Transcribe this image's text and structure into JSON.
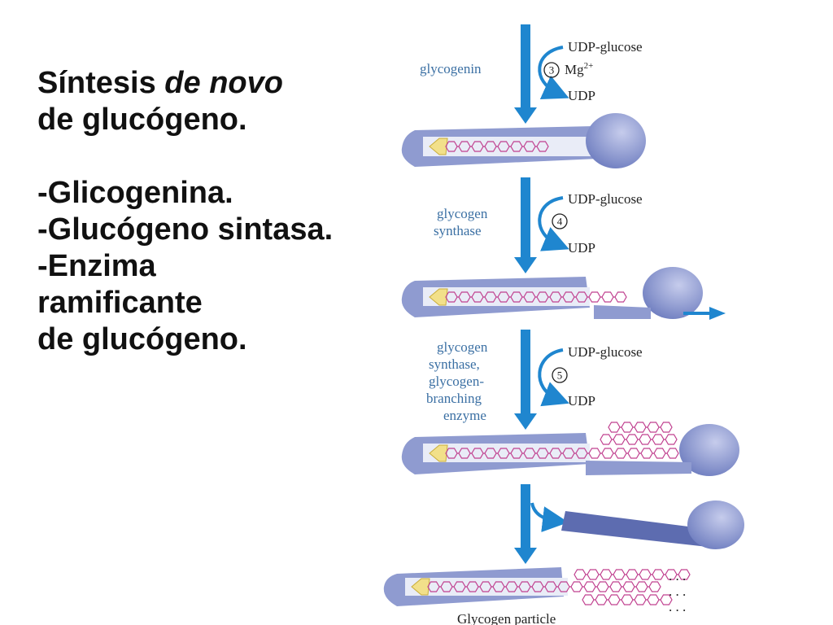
{
  "left_text": {
    "title_a": "Síntesis ",
    "title_b": "de novo",
    "title_2": "de glucógeno.",
    "items": [
      "-Glicogenina.",
      "-Glucógeno sintasa.",
      "-Enzima",
      "ramificante",
      "de glucógeno."
    ]
  },
  "diagram": {
    "steps": [
      {
        "number": "3",
        "enzyme_lines": [
          "glycogenin"
        ],
        "substrate": "UDP-glucose",
        "cofactor": "Mg",
        "cofactor_sup": "2+",
        "product": "UDP"
      },
      {
        "number": "4",
        "enzyme_lines": [
          "glycogen",
          "synthase"
        ],
        "substrate": "UDP-glucose",
        "product": "UDP"
      },
      {
        "number": "5",
        "enzyme_lines": [
          "glycogen",
          "synthase,",
          "glycogen-",
          "branching",
          "enzyme"
        ],
        "substrate": "UDP-glucose",
        "product": "UDP"
      }
    ],
    "dots": ". . .",
    "particle_label": "Glycogen particle"
  },
  "colors": {
    "arrow": "#1f86cf",
    "protein": "#8f9bd0",
    "protein_dark": "#5d6cb0",
    "hexagon": "#c0408f",
    "primer": "#f2e08a",
    "label": "#3a6fa3"
  }
}
